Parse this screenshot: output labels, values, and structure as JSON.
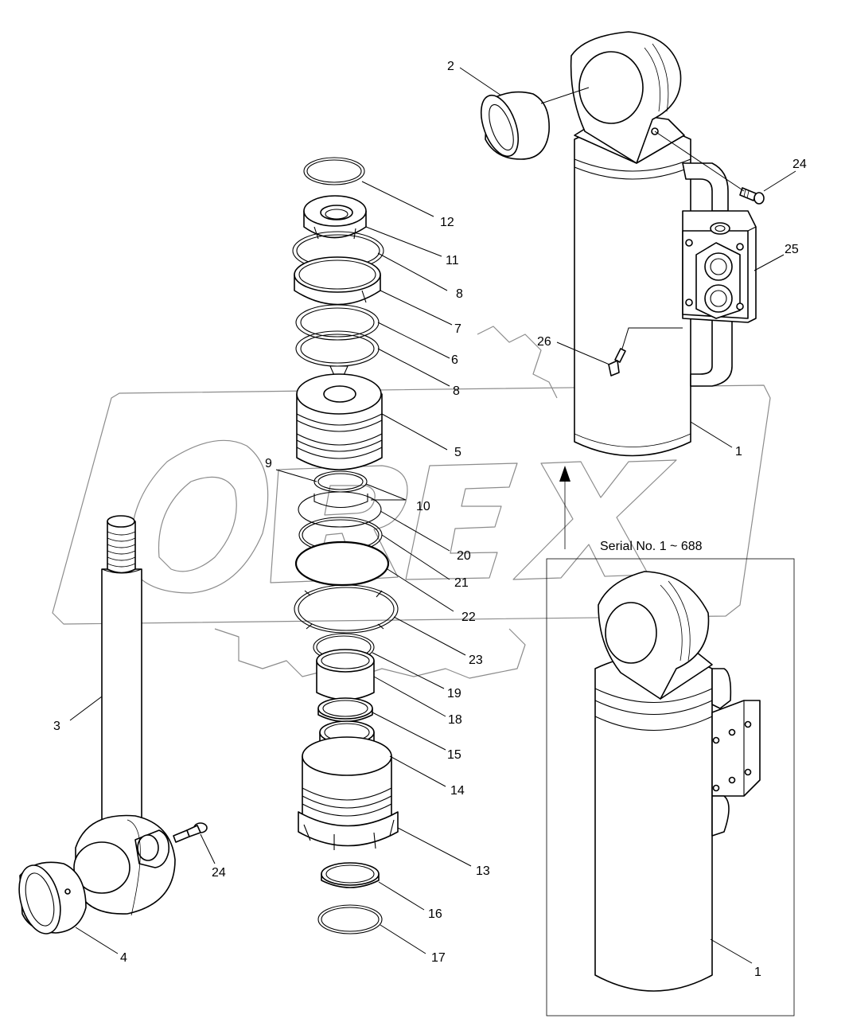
{
  "diagram": {
    "type": "exploded parts diagram",
    "watermark": "OREX",
    "inset_label": "Serial No. 1 ~ 688",
    "callouts": {
      "c1_main": "1",
      "c1_inset": "1",
      "c2": "2",
      "c3": "3",
      "c4": "4",
      "c5": "5",
      "c6": "6",
      "c7": "7",
      "c8_upper": "8",
      "c8_lower": "8",
      "c9": "9",
      "c10": "10",
      "c11": "11",
      "c12": "12",
      "c13": "13",
      "c14": "14",
      "c15": "15",
      "c16": "16",
      "c17": "17",
      "c18": "18",
      "c19": "19",
      "c20": "20",
      "c21": "21",
      "c22": "22",
      "c23": "23",
      "c24_top": "24",
      "c24_bottom": "24",
      "c25": "25",
      "c26": "26"
    }
  }
}
